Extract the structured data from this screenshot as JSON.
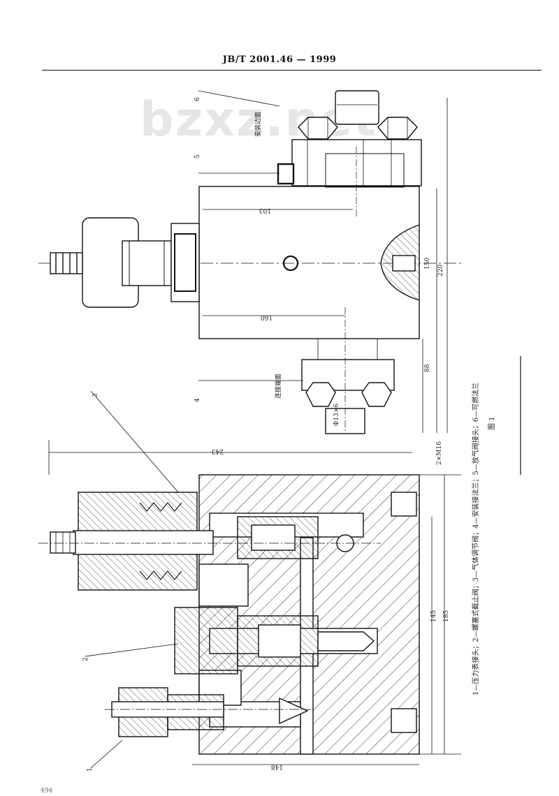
{
  "header": {
    "standard_no": "JB/T 2001.46 — 1999"
  },
  "watermark": "bzxz.net",
  "figure": {
    "caption": "1—压力表接头；2—螺塞式截止阀；3—气体调节阀；4—安装接法兰；5—放气阀接头；6—可燃法兰",
    "label": "图 1",
    "part_numbers": [
      "1",
      "2",
      "3",
      "4",
      "5",
      "6"
    ],
    "annotations": {
      "install_face": "安装边面",
      "connect_face": "连接端面",
      "bolt": "Φ13×6"
    },
    "dimensions": {
      "left_width": "243",
      "left_height": "185",
      "left_inner": "145",
      "bottom_width": "148",
      "holes": "2×M16",
      "right_width": "103",
      "right_bottom": "160",
      "right_150": "150",
      "right_220": "220",
      "right_88": "88"
    }
  },
  "page_number": "494"
}
